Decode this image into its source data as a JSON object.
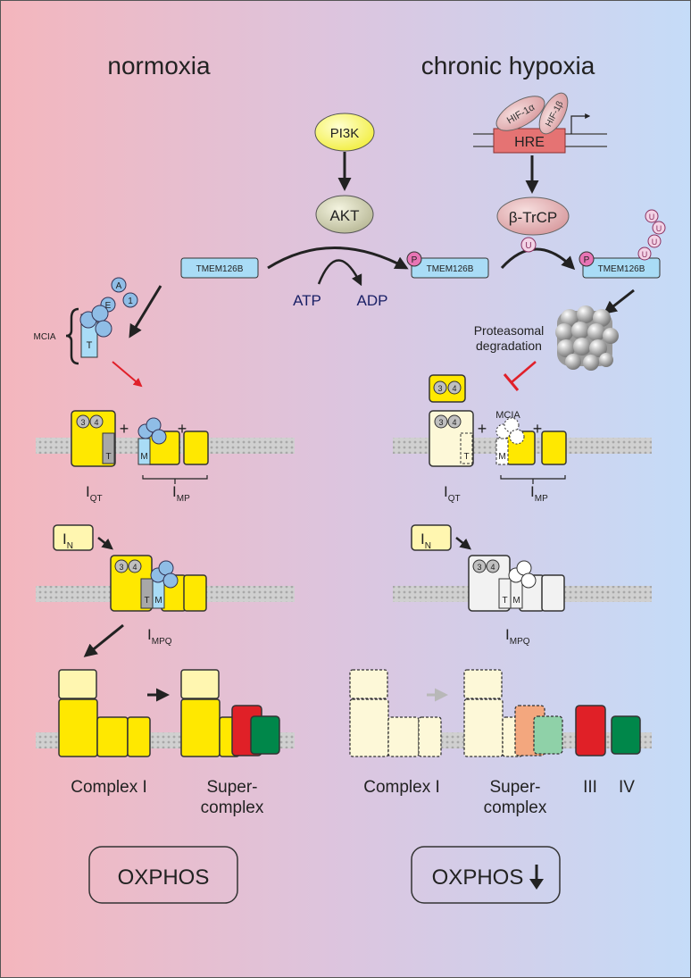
{
  "headings": {
    "left": "normoxia",
    "right": "chronic hypoxia"
  },
  "signaling": {
    "pi3k": "PI3K",
    "akt": "AKT",
    "hif1a": "HIF-1α",
    "hif1b": "HIF-1β",
    "hre": "HRE",
    "btrcp": "β-TrCP",
    "atp": "ATP",
    "adp": "ADP",
    "proteasome_line1": "Proteasomal",
    "proteasome_line2": "degradation"
  },
  "proteins": {
    "tmem126b": "TMEM126B",
    "phospho": "P",
    "ubiquitin": "U"
  },
  "mcia": {
    "label": "MCIA",
    "a": "A",
    "e": "E",
    "one": "1",
    "t": "T",
    "m": "M"
  },
  "subunits": {
    "three": "3",
    "four": "4",
    "plus": "+"
  },
  "modules": {
    "i_letter": "I",
    "qt_sub": "QT",
    "mp_sub": "MP",
    "n_sub": "N",
    "mpq_sub": "MPQ"
  },
  "complexes": {
    "complex_i": "Complex I",
    "super_line1": "Super-",
    "super_line2": "complex",
    "iii": "III",
    "iv": "IV"
  },
  "outcome": {
    "left": "OXPHOS",
    "right": "OXPHOS"
  },
  "colors": {
    "left_bg": "#f4b6bd",
    "right_bg": "#c5dcf8",
    "complex_yellow": "#ffe800",
    "pale_yellow": "#fff6b0",
    "mcia_blue": "#8fbde6",
    "tmem_blue": "#a9dcf6",
    "complex_iii_red": "#e02027",
    "complex_iv_green": "#00874a",
    "phospho_pink": "#e875b5"
  }
}
